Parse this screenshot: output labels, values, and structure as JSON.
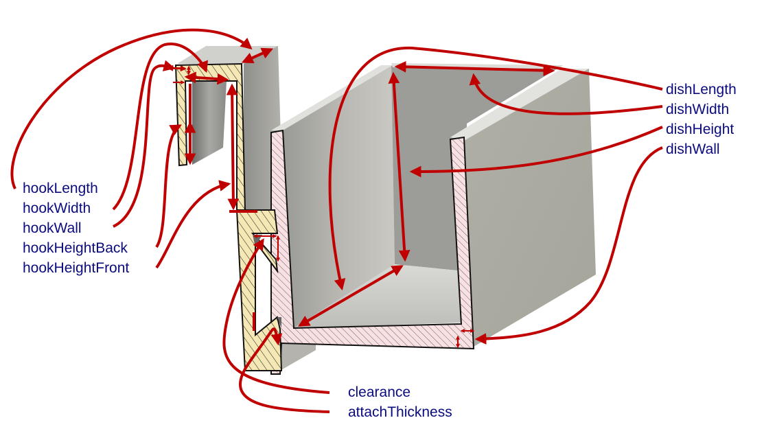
{
  "diagram": {
    "description": "Cutaway CAD view of a hook-mounted dish with parametric dimension callouts",
    "colors": {
      "label_text": "#0b0b80",
      "arrow": "#c00000",
      "hook_section": "#f6e8b4",
      "dish_section": "#f9e0e2",
      "body_gray": "#a9a79d",
      "body_light": "#d2d2cf"
    },
    "labels_hook": [
      {
        "id": "hookLength",
        "text": "hookLength"
      },
      {
        "id": "hookWidth",
        "text": "hookWidth"
      },
      {
        "id": "hookWall",
        "text": "hookWall"
      },
      {
        "id": "hookHeightBack",
        "text": "hookHeightBack"
      },
      {
        "id": "hookHeightFront",
        "text": "hookHeightFront"
      }
    ],
    "labels_dish": [
      {
        "id": "dishLength",
        "text": "dishLength"
      },
      {
        "id": "dishWidth",
        "text": "dishWidth"
      },
      {
        "id": "dishHeight",
        "text": "dishHeight"
      },
      {
        "id": "dishWall",
        "text": "dishWall"
      }
    ],
    "labels_attach": [
      {
        "id": "clearance",
        "text": "clearance"
      },
      {
        "id": "attachThickness",
        "text": "attachThickness"
      }
    ]
  }
}
